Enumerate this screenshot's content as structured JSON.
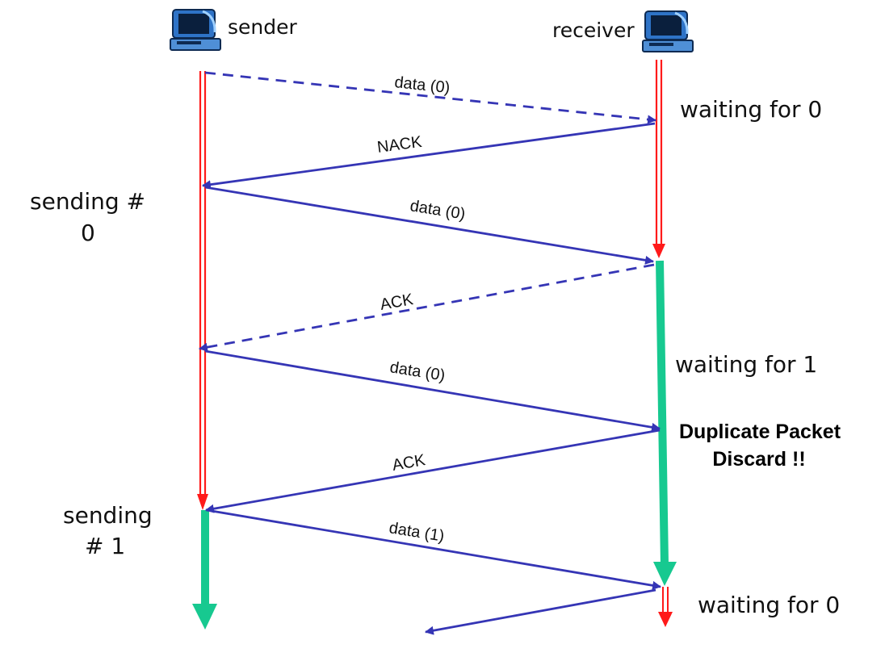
{
  "endpoints": {
    "sender": "sender",
    "receiver": "receiver"
  },
  "messages": {
    "m1": "data (0)",
    "m2": "NACK",
    "m3": "data (0)",
    "m4": "ACK",
    "m5": "data (0)",
    "m6": "ACK",
    "m7": "data (1)"
  },
  "sender_states": {
    "s1_line1": "sending #",
    "s1_line2": "0",
    "s2_line1": "sending",
    "s2_line2": "# 1"
  },
  "receiver_states": {
    "r1": "waiting for 0",
    "r2": "waiting for 1",
    "r3": "waiting for 0"
  },
  "annotation": {
    "line1": "Duplicate Packet",
    "line2": "Discard !!"
  },
  "colors": {
    "message_arrow": "#3535b5",
    "state_line": "#ff1a1a",
    "active_bar": "#17c990"
  },
  "icons": {
    "sender": "computer-icon",
    "receiver": "computer-icon"
  }
}
